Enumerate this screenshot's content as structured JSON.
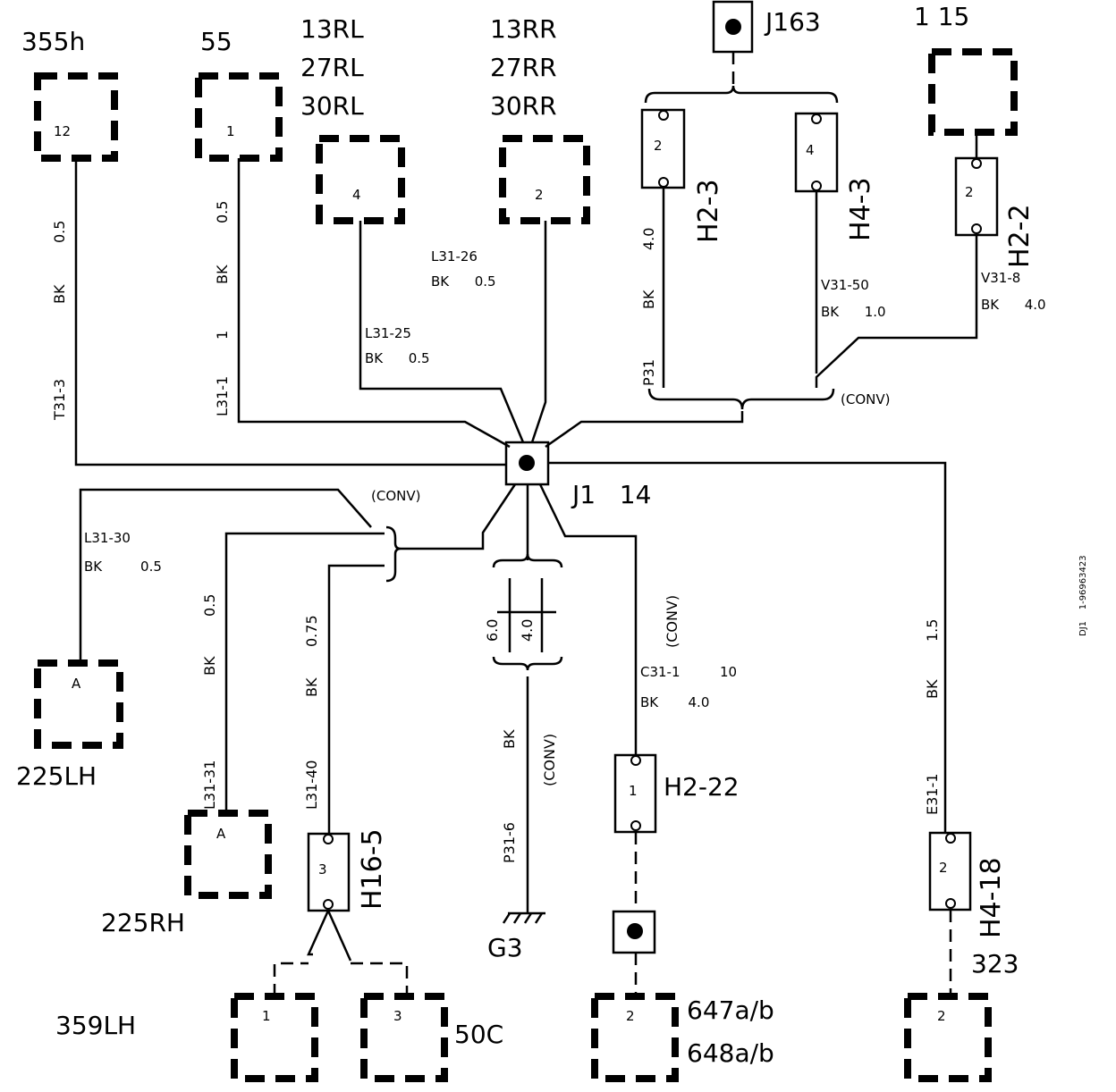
{
  "colors": {
    "line": "#000000",
    "background": "#ffffff"
  },
  "components": {
    "c355h": "355h",
    "c55": "55",
    "rl1": "13RL",
    "rl2": "27RL",
    "rl3": "30RL",
    "rr1": "13RR",
    "rr2": "27RR",
    "rr3": "30RR",
    "j163": "J163",
    "c115": "1 15",
    "j1": "J1   14",
    "h2_3": "H2-3",
    "h4_3": "H4-3",
    "h2_2": "H2-2",
    "c225lh": "225LH",
    "c225rh": "225RH",
    "h16_5": "H16-5",
    "g3": "G3",
    "h2_22": "H2-22",
    "h4_18": "H4-18",
    "c323": "323",
    "c359lh": "359LH",
    "c50c": "50C",
    "c647": "647a/b",
    "c648": "648a/b"
  },
  "pins": {
    "p355h": "12",
    "p55": "1",
    "prl": "4",
    "prr": "2",
    "ph2_3": "2",
    "ph4_3": "4",
    "ph2_2": "2",
    "p225lh": "A",
    "p225rh": "A",
    "ph16_5": "3",
    "ph2_22": "1",
    "ph4_18": "2",
    "p359_1": "1",
    "p359_3": "3",
    "p647": "2",
    "p323": "2"
  },
  "wires": {
    "t31_3": "T31-3",
    "t31_3_color": "BK",
    "t31_3_size": "0.5",
    "l31_1": "L31-1",
    "l31_1_n": "1",
    "l31_1_color": "BK",
    "l31_1_size": "0.5",
    "l31_26": "L31-26",
    "l31_26_spec": "BK      0.5",
    "l31_25": "L31-25",
    "l31_25_spec": "BK      0.5",
    "p31": "P31",
    "p31_color": "BK",
    "p31_size": "4.0",
    "v31_50": "V31-50",
    "v31_50_spec": "BK      1.0",
    "v31_8": "V31-8",
    "v31_8_spec": "BK      4.0",
    "conv": "(CONV)",
    "l31_30": "L31-30",
    "l31_30_spec": "BK         0.5",
    "l31_31": "L31-31",
    "l31_31_color": "BK",
    "l31_31_size": "0.5",
    "l31_40": "L31-40",
    "l31_40_color": "BK",
    "l31_40_size": "0.75",
    "size_60": "6.0",
    "size_40": "4.0",
    "p31_6": "P31-6",
    "p31_6_color": "BK",
    "c31_1": "C31-1",
    "c31_1_n": "10",
    "c31_1_spec": "BK       4.0",
    "e31_1": "E31-1",
    "e31_1_color": "BK",
    "e31_1_size": "1.5"
  },
  "side_code": "DJ1    1-96963423"
}
